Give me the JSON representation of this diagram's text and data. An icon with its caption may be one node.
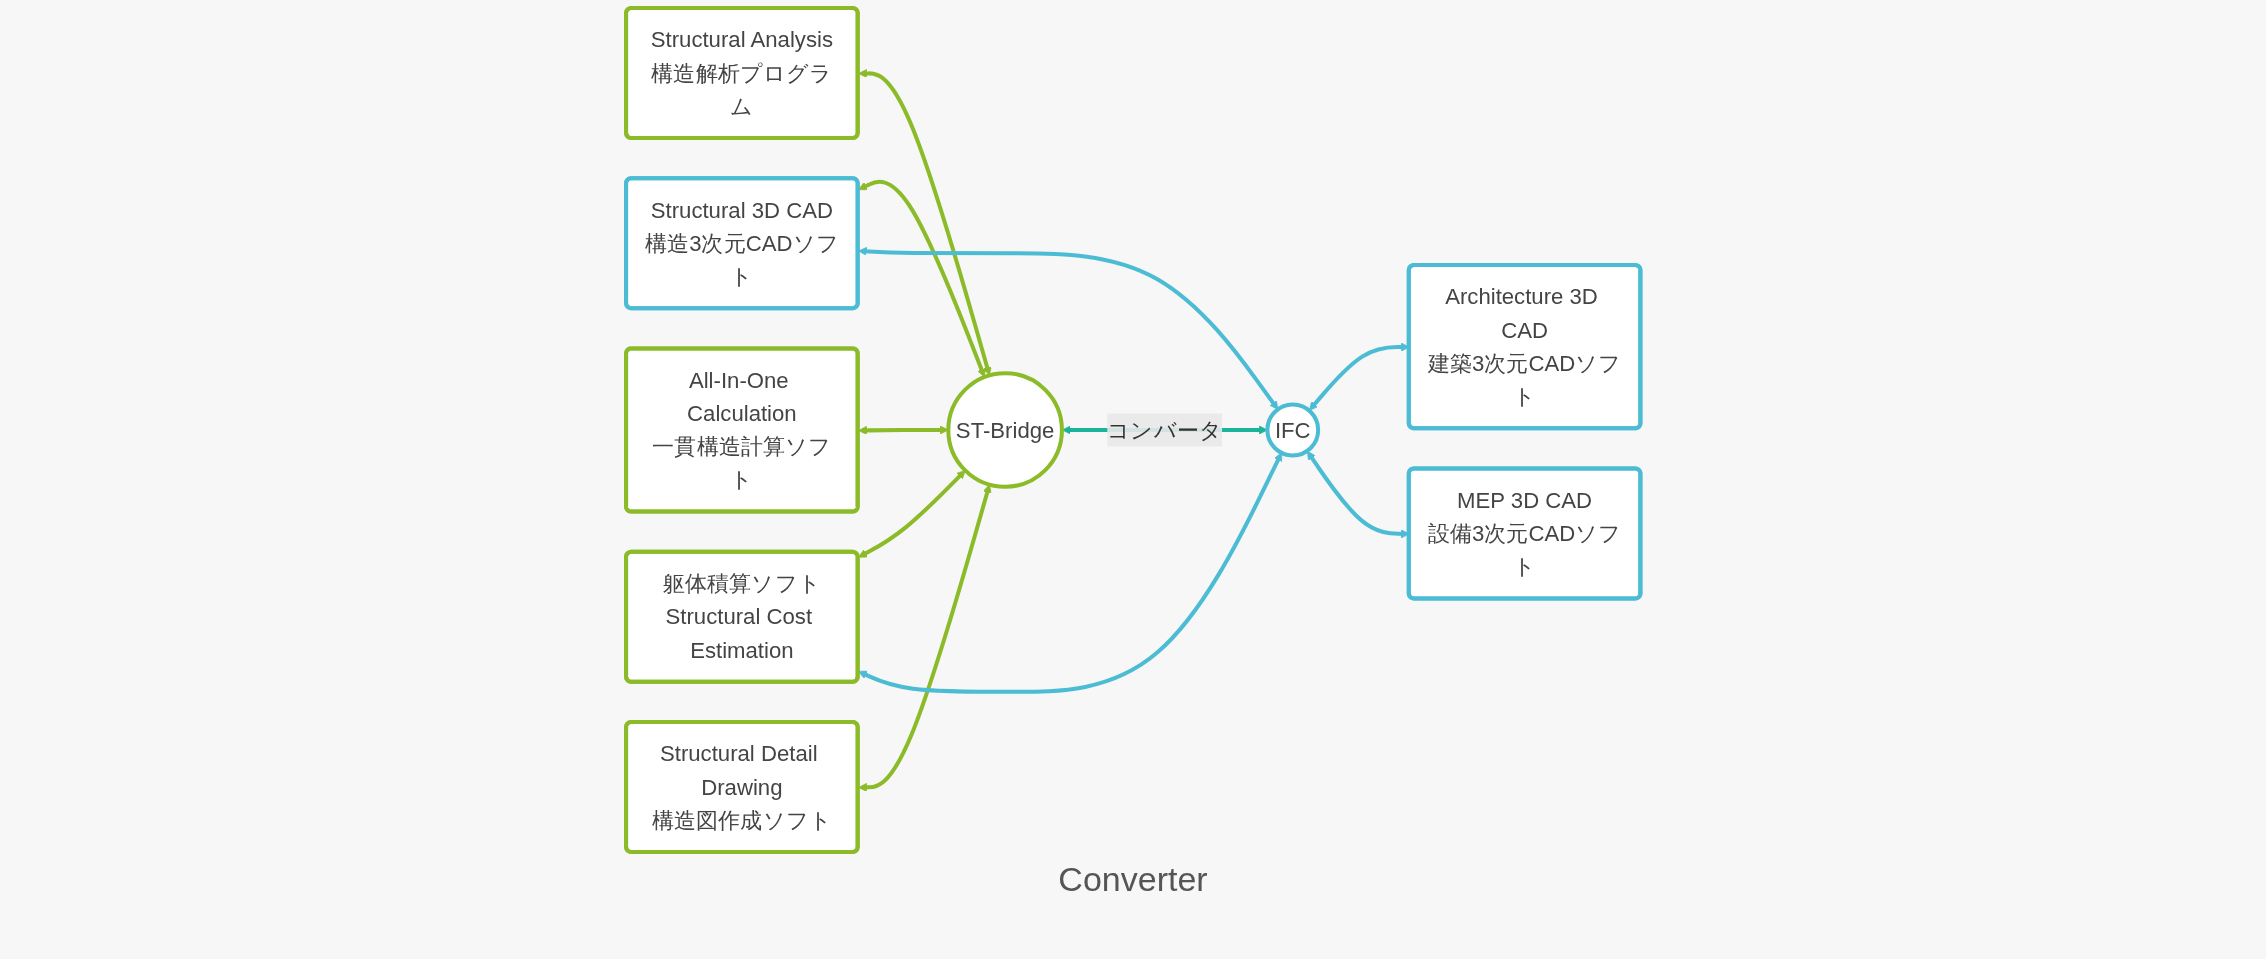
{
  "diagram": {
    "nodes": [
      {
        "text": [
          "Structural Analysis",
          "構造解析プログラム"
        ]
      },
      {
        "text": [
          "Structural 3D CAD",
          "構造3次元CADソフト"
        ]
      },
      {
        "text": [
          "Architecture 3D CAD",
          "建築3次元CADソフト"
        ]
      },
      {
        "text": [
          "All-In-One Calculation",
          "一貫構造計算ソフト"
        ]
      },
      {
        "text": [
          "ST-Bridge"
        ]
      },
      {
        "text": [
          "IFC"
        ]
      },
      {
        "text": [
          "MEP 3D CAD",
          "設備3次元CADソフト"
        ]
      },
      {
        "text": [
          "Structural Detail Drawing",
          "構造図作成ソフト"
        ]
      },
      {
        "text": [
          "躯体積算ソフト",
          "Structural Cost Estimation"
        ]
      }
    ],
    "edges": [
      {
        "from": 0,
        "to": 4,
        "arrow": "both"
      },
      {
        "from": 3,
        "to": 4,
        "arrow": "both"
      },
      {
        "from": 7,
        "to": 4,
        "arrow": "both"
      },
      {
        "from": 1,
        "to": 4,
        "arrow": "both"
      },
      {
        "from": 1,
        "to": 5,
        "arrow": "both",
        "color": "#4bbcd4"
      },
      {
        "from": 8,
        "to": 4,
        "arrow": "both"
      },
      {
        "from": 8,
        "to": 5,
        "arrow": "both",
        "color": "#4bbcd4"
      },
      {
        "from": 4,
        "to": 5,
        "arrow": "both",
        "label": "コンバータ",
        "color": "#1bb39a"
      },
      {
        "from": 5,
        "to": 2,
        "arrow": "both",
        "color": "#4bbcd4"
      },
      {
        "from": 5,
        "to": 6,
        "arrow": "both",
        "color": "#4bbcd4"
      }
    ],
    "labels": [
      "Converter"
    ]
  }
}
